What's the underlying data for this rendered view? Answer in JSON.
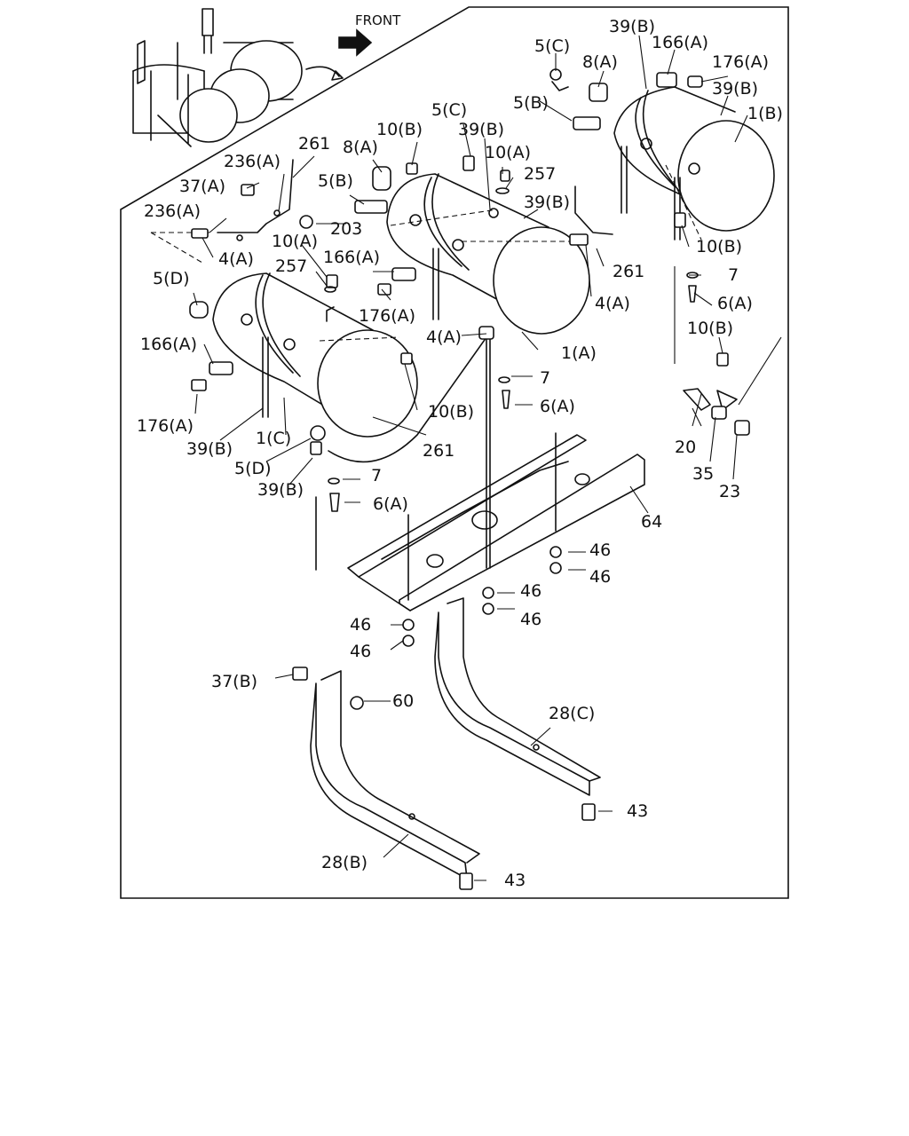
{
  "front_label": "FRONT",
  "callouts": {
    "c39B_tr1": "39(B)",
    "c5C_tr": "5(C)",
    "c166A_tr": "166(A)",
    "c8A_tr": "8(A)",
    "c176A_tr": "176(A)",
    "c39B_tr2": "39(B)",
    "c5B_tr": "5(B)",
    "c1B": "1(B)",
    "c261_top": "261",
    "c236A_1": "236(A)",
    "c8A_mid": "8(A)",
    "c10B_mid": "10(B)",
    "c5C_mid": "5(C)",
    "c39B_mid": "39(B)",
    "c10A_mid": "10(A)",
    "c257_mid": "257",
    "c37A": "37(A)",
    "c5B_mid": "5(B)",
    "c39B_mid2": "39(B)",
    "c236A_2": "236(A)",
    "c203": "203",
    "c4A_left": "4(A)",
    "c10A_left": "10(A)",
    "c166A_mid": "166(A)",
    "c257_left": "257",
    "c261_mid": "261",
    "c10B_right": "10(B)",
    "c5D_top": "5(D)",
    "c7_right": "7",
    "c4A_mid": "4(A)",
    "c6A_right": "6(A)",
    "c176A_mid": "176(A)",
    "c10B_far": "10(B)",
    "c166A_left": "166(A)",
    "c4A_center": "4(A)",
    "c1A": "1(A)",
    "c7_mid": "7",
    "c6A_mid": "6(A)",
    "c176A_left": "176(A)",
    "c10B_left": "10(B)",
    "c20": "20",
    "c39B_left": "39(B)",
    "c1C": "1(C)",
    "c261_low": "261",
    "c35": "35",
    "c23": "23",
    "c5D_low": "5(D)",
    "c39B_low": "39(B)",
    "c7_low": "7",
    "c6A_low": "6(A)",
    "c64": "64",
    "c46_1": "46",
    "c46_2": "46",
    "c46_3": "46",
    "c46_4": "46",
    "c46_5": "46",
    "c46_6": "46",
    "c37B": "37(B)",
    "c60": "60",
    "c28C": "28(C)",
    "c43_1": "43",
    "c28B": "28(B)",
    "c43_2": "43"
  }
}
